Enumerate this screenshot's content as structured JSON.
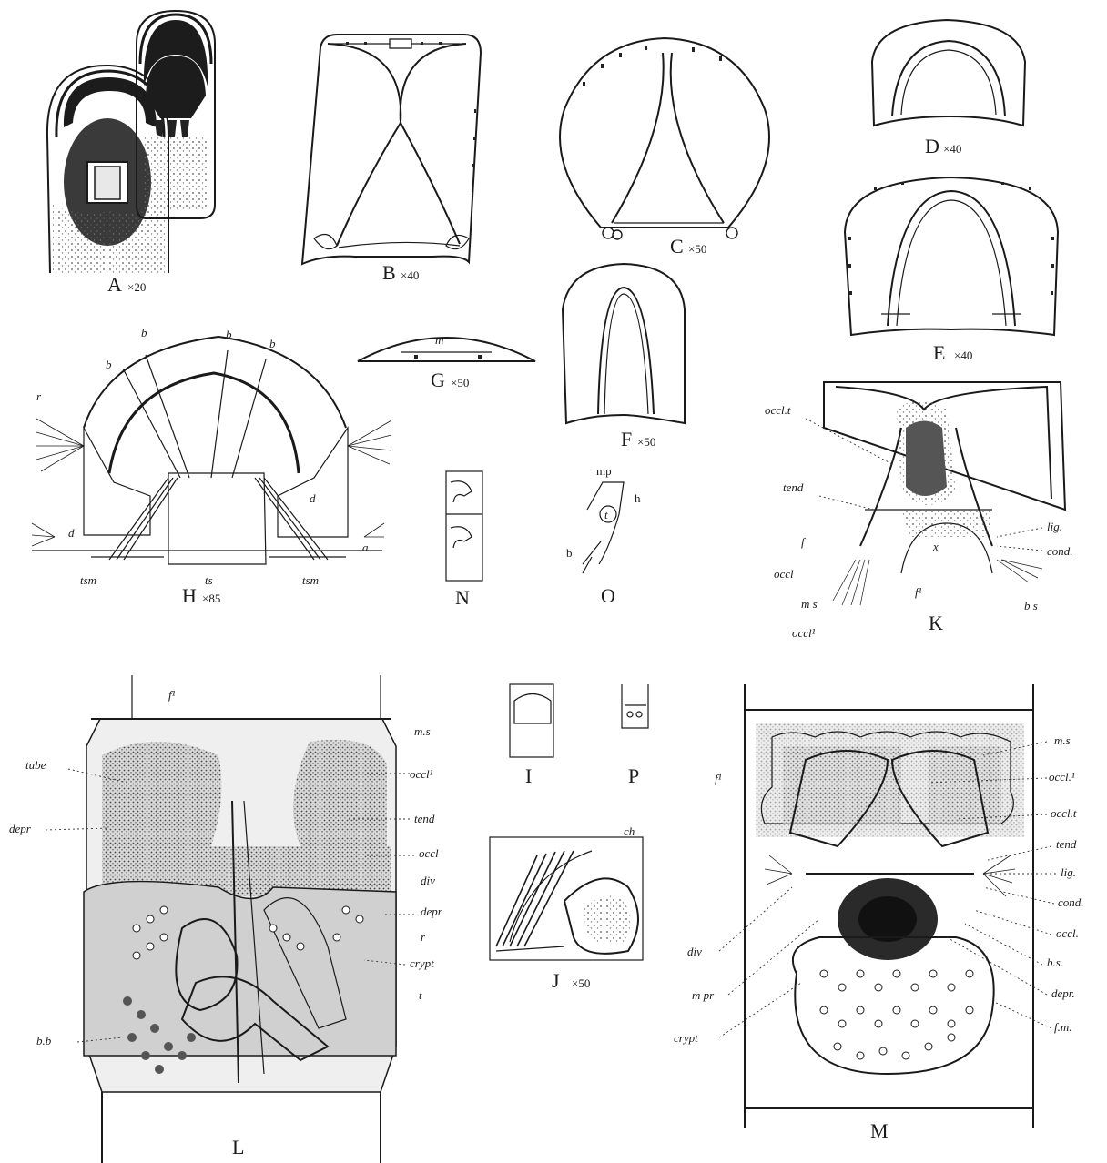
{
  "figures": {
    "A": {
      "letter": "A",
      "mag": "×20"
    },
    "B": {
      "letter": "B",
      "mag": "×40"
    },
    "C": {
      "letter": "C",
      "mag": "×50"
    },
    "D": {
      "letter": "D",
      "mag": "×40"
    },
    "E": {
      "letter": "E",
      "mag": "×40"
    },
    "F": {
      "letter": "F",
      "mag": "×50"
    },
    "G": {
      "letter": "G",
      "mag": "×50"
    },
    "H": {
      "letter": "H",
      "mag": "×85"
    },
    "I": {
      "letter": "I"
    },
    "J": {
      "letter": "J",
      "mag": "×50"
    },
    "K": {
      "letter": "K"
    },
    "L": {
      "letter": "L"
    },
    "M": {
      "letter": "M"
    },
    "N": {
      "letter": "N"
    },
    "O": {
      "letter": "O"
    },
    "P": {
      "letter": "P"
    }
  },
  "labels": {
    "G": {
      "m": "m"
    },
    "H": {
      "b": "b",
      "r": "r",
      "d": "d",
      "a": "a",
      "tsm": "tsm",
      "ts": "ts"
    },
    "O": {
      "mp": "mp",
      "h": "h",
      "t": "t",
      "b": "b"
    },
    "J": {
      "ch": "ch"
    },
    "K": {
      "occl_t": "occl.t",
      "tend": "tend",
      "f": "f",
      "occl": "occl",
      "m_s": "m s",
      "occl1": "occl¹",
      "x": "x",
      "f1": "f¹",
      "lig": "lig.",
      "cond": "cond.",
      "b_s": "b s"
    },
    "L": {
      "f1": "f¹",
      "m_s": "m.s",
      "tube": "tube",
      "occl1": "occl¹",
      "depr_left": "depr",
      "tend": "tend",
      "occl": "occl",
      "div": "div",
      "depr_right": "depr",
      "r": "r",
      "crypt": "crypt",
      "t": "t",
      "bb": "b.b"
    },
    "M": {
      "f1": "f¹",
      "m_s": "m.s",
      "occl1": "occl.¹",
      "occl_t": "occl.t",
      "tend": "tend",
      "lig": "lig.",
      "cond": "cond.",
      "occl": "occl.",
      "b_s": "b.s.",
      "depr": "depr.",
      "f_m": "f.m.",
      "div": "div",
      "m_pr": "m pr",
      "crypt": "crypt"
    }
  }
}
